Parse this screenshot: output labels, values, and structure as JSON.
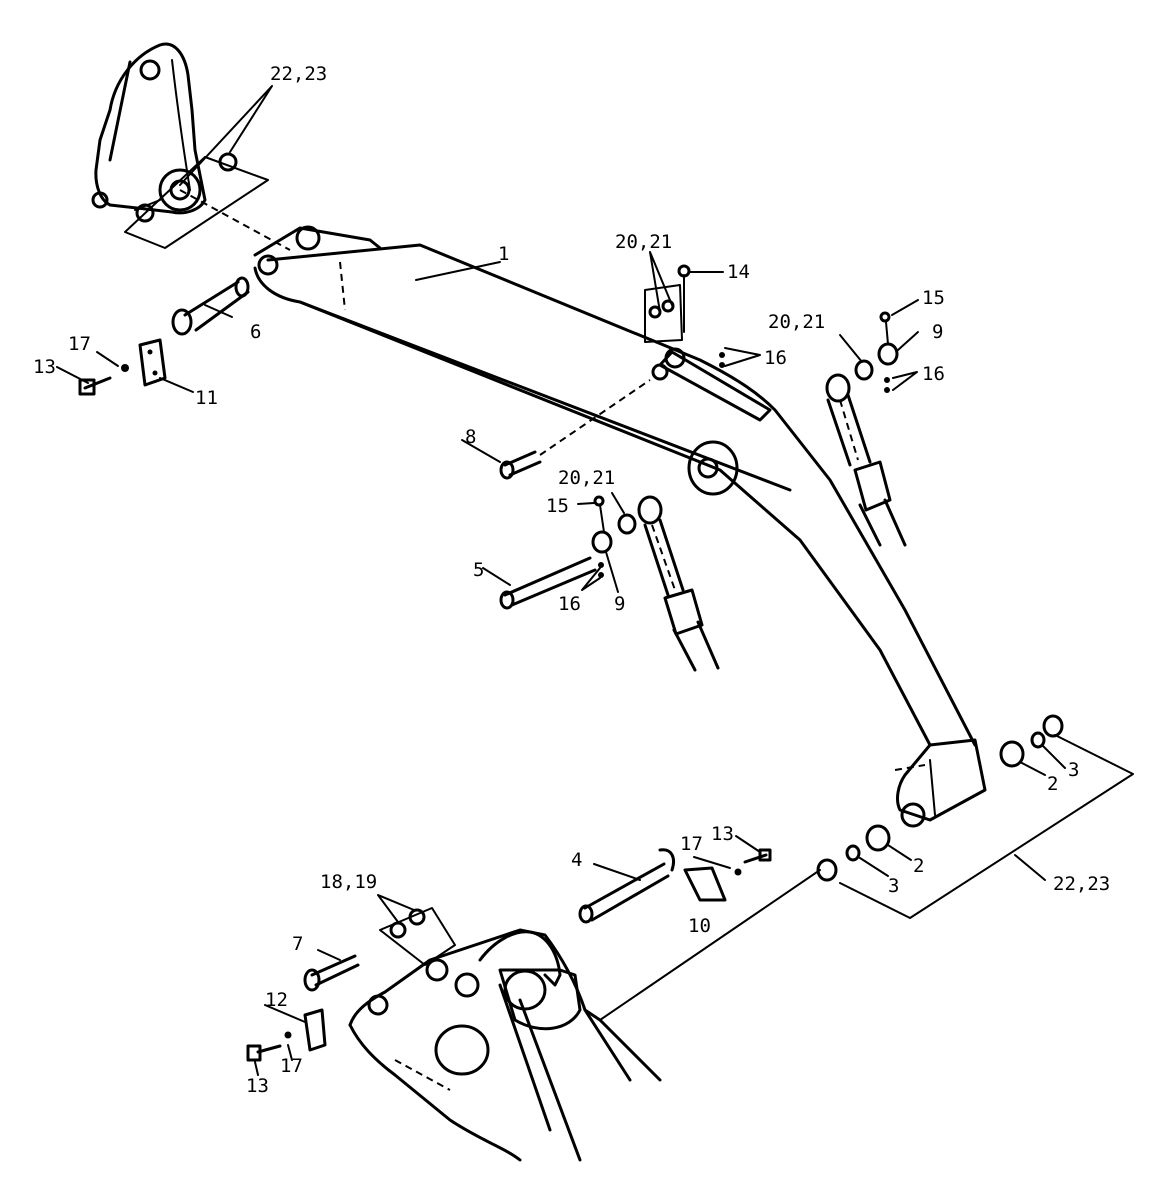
{
  "callouts": [
    {
      "id": "c-22-23-top",
      "text": "22,23"
    },
    {
      "id": "c-1",
      "text": "1"
    },
    {
      "id": "c-20-21-a",
      "text": "20,21"
    },
    {
      "id": "c-14",
      "text": "14"
    },
    {
      "id": "c-15-a",
      "text": "15"
    },
    {
      "id": "c-20-21-b",
      "text": "20,21"
    },
    {
      "id": "c-9-a",
      "text": "9"
    },
    {
      "id": "c-16-a",
      "text": "16"
    },
    {
      "id": "c-16-b",
      "text": "16"
    },
    {
      "id": "c-6",
      "text": "6"
    },
    {
      "id": "c-17-a",
      "text": "17"
    },
    {
      "id": "c-13-a",
      "text": "13"
    },
    {
      "id": "c-11",
      "text": "11"
    },
    {
      "id": "c-8",
      "text": "8"
    },
    {
      "id": "c-20-21-c",
      "text": "20,21"
    },
    {
      "id": "c-15-b",
      "text": "15"
    },
    {
      "id": "c-5",
      "text": "5"
    },
    {
      "id": "c-16-c",
      "text": "16"
    },
    {
      "id": "c-9-b",
      "text": "9"
    },
    {
      "id": "c-2-a",
      "text": "2"
    },
    {
      "id": "c-3-a",
      "text": "3"
    },
    {
      "id": "c-2-b",
      "text": "2"
    },
    {
      "id": "c-3-b",
      "text": "3"
    },
    {
      "id": "c-22-23-bottom",
      "text": "22,23"
    },
    {
      "id": "c-4",
      "text": "4"
    },
    {
      "id": "c-17-b",
      "text": "17"
    },
    {
      "id": "c-13-b",
      "text": "13"
    },
    {
      "id": "c-10",
      "text": "10"
    },
    {
      "id": "c-18-19",
      "text": "18,19"
    },
    {
      "id": "c-7",
      "text": "7"
    },
    {
      "id": "c-12",
      "text": "12"
    },
    {
      "id": "c-13-c",
      "text": "13"
    },
    {
      "id": "c-17-c",
      "text": "17"
    }
  ]
}
